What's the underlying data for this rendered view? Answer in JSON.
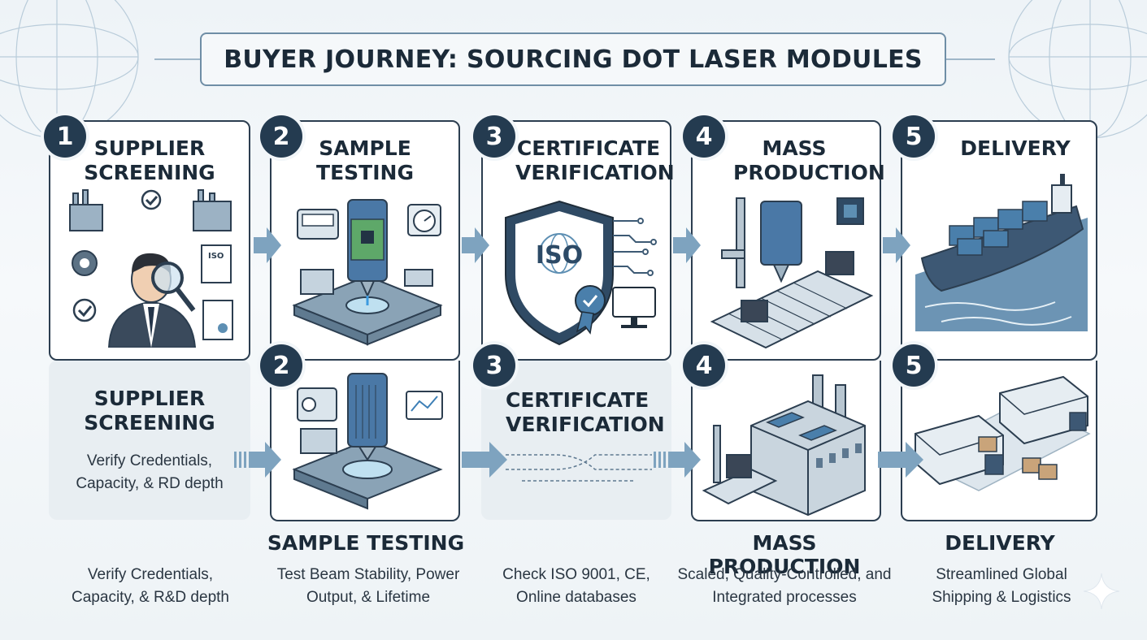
{
  "header": {
    "title": "BUYER JOURNEY: SOURCING DOT LASER MODULES"
  },
  "top_row": [
    {
      "step": "1",
      "title": "SUPPLIER SCREENING"
    },
    {
      "step": "2",
      "title": "SAMPLE TESTING"
    },
    {
      "step": "3",
      "title": "CERTIFICATE VERIFICATION"
    },
    {
      "step": "4",
      "title": "MASS PRODUCTION"
    },
    {
      "step": "5",
      "title": "DELIVERY"
    }
  ],
  "bottom_row": [
    {
      "step": "2"
    },
    {
      "step": "3",
      "title": "CERTIFICATE VERIFICATION"
    },
    {
      "step": "4"
    },
    {
      "step": "5"
    }
  ],
  "side_panel": {
    "title": "SUPPLIER SCREENING",
    "desc": "Verify Credentials, Capacity, & RD depth"
  },
  "iso_badge": "ISO",
  "subheads": {
    "sample": "SAMPLE TESTING",
    "mass": "MASS PRODUCTION",
    "delivery": "DELIVERY"
  },
  "descriptions": [
    "Verify Credentials, Capacity, & R&D depth",
    "Test Beam Stability, Power Output, & Lifetime",
    "Check ISO 9001, CE, Online databases",
    "Scaled, Quality-Controlled, and Integrated processes",
    "Streamlined Global Shipping & Logistics"
  ],
  "colors": {
    "navy": "#243b50",
    "steel": "#5d8fb3",
    "accent": "#3d7fb6",
    "arrow": "#7ea3bf"
  }
}
